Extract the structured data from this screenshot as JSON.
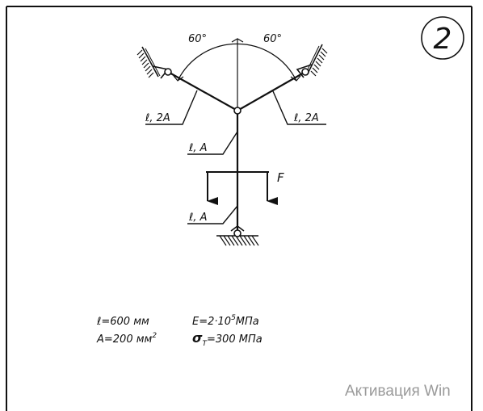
{
  "problem_number": "2",
  "angles": {
    "left": "60°",
    "right": "60°"
  },
  "members": {
    "left_upper": "ℓ, 2A",
    "right_upper": "ℓ, 2A",
    "middle": "ℓ, A",
    "lower": "ℓ, A"
  },
  "load": {
    "label": "F"
  },
  "given": {
    "length": "ℓ=600 мм",
    "area_prefix": "A=200 мм",
    "area_exp": "2",
    "modulus_prefix": "E=2·10",
    "modulus_exp": "5",
    "modulus_unit": "МПа",
    "yield_symbol": "σ",
    "yield_sub": "Т",
    "yield_value": "=300 МПа"
  },
  "watermark": "Активация Win",
  "colors": {
    "line": "#111111",
    "watermark": "#9a9a9a",
    "background": "#ffffff"
  }
}
